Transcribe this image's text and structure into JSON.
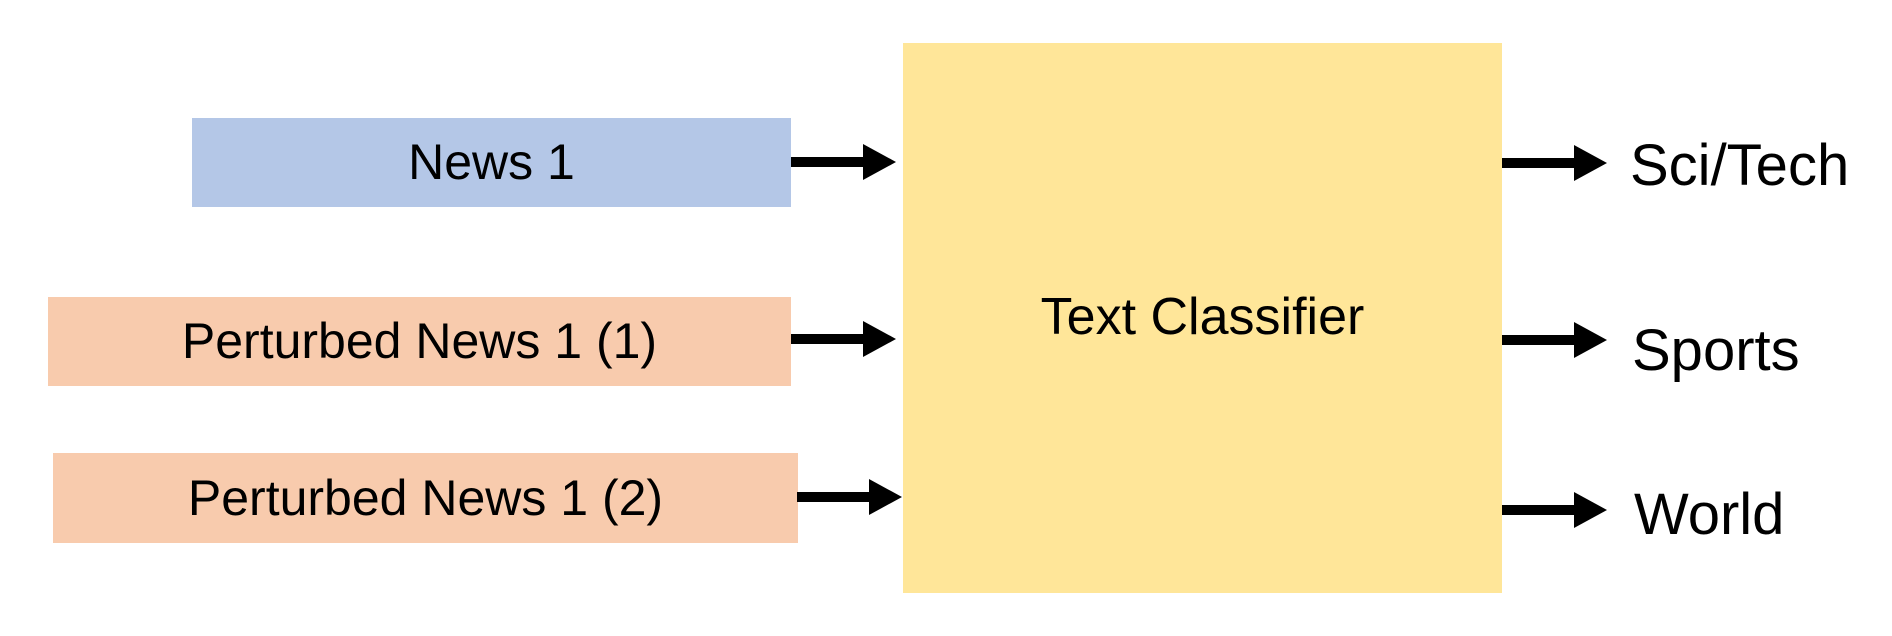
{
  "figure": {
    "type": "flow-diagram",
    "background_color": "#ffffff",
    "text_color": "#000000",
    "arrow_color": "#000000",
    "inputs": [
      {
        "label": "News 1",
        "fill": "#b4c7e7",
        "kind": "original"
      },
      {
        "label": "Perturbed News 1 (1)",
        "fill": "#f8cbad",
        "kind": "perturbed"
      },
      {
        "label": "Perturbed News 1 (2)",
        "fill": "#f8cbad",
        "kind": "perturbed"
      }
    ],
    "classifier": {
      "label": "Text Classifier",
      "fill": "#ffe699"
    },
    "outputs": [
      {
        "label": "Sci/Tech"
      },
      {
        "label": "Sports"
      },
      {
        "label": "World"
      }
    ]
  }
}
